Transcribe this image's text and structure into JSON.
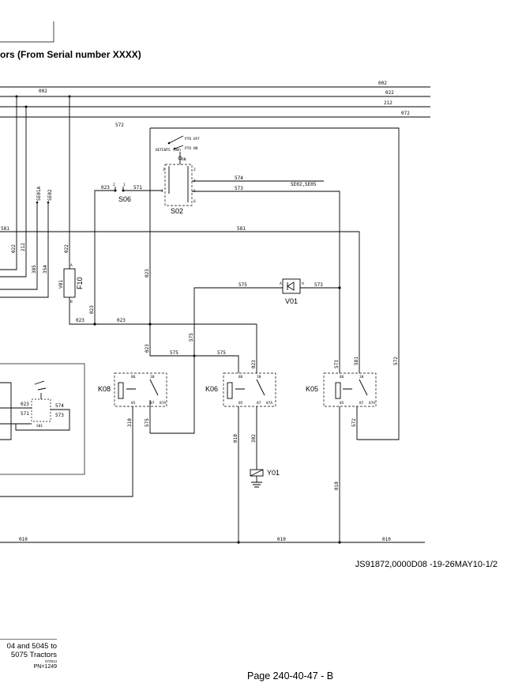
{
  "page": {
    "title": "ors (From Serial number XXXX)",
    "reference": "JS91872,0000D08 -19-26MAY10-1/2",
    "page_label": "Page 240-40-47 - B",
    "footer": {
      "line1": "04 and 5045 to",
      "line2": "5075 Tractors",
      "line3": "072913",
      "line4": "PN=1249"
    }
  },
  "diagram": {
    "bus_labels": {
      "w002": "002",
      "w002b": "002",
      "w022": "022",
      "w212": "212",
      "w072": "072"
    },
    "wire_labels": {
      "w572": "572",
      "w574": "574",
      "w573": "573",
      "w581": "581",
      "w575": "575",
      "w573b": "573",
      "w023a": "023",
      "w571": "571",
      "w023b": "023",
      "w023c": "023",
      "w023d": "023",
      "w023e": "023",
      "w575b": "575",
      "w575c": "575",
      "w023f": "023",
      "w575d": "575",
      "w575e": "575",
      "w310": "310",
      "w010a": "010",
      "w302": "302",
      "w010b": "010",
      "w010c": "010",
      "w010d": "010",
      "w010e": "010",
      "w573c": "573",
      "w581b": "581",
      "w572b": "572",
      "w572c": "572",
      "w022v": "022",
      "w022w": "022",
      "w212v": "212",
      "w385": "385",
      "w354": "354",
      "w581c": "581",
      "w001": "V01",
      "se01a": "SE01A",
      "se02": "SE02",
      "se02se05": "SE02,SE05",
      "w023g": "023",
      "w574s": "574",
      "w573s": "573",
      "w571s": "571"
    },
    "components": {
      "s06": "S06",
      "s02": "S02",
      "f10": "F10",
      "v01": "V01",
      "k08": "K08",
      "k06": "K06",
      "k05": "K05",
      "y01": "Y01",
      "s01": "S01"
    },
    "switch_labels": {
      "pto_off": "PTO OFF",
      "detent": "DETENTE (ON)",
      "pto_on": "PTO ON",
      "on": "ON"
    },
    "pin_labels": {
      "p1": "1",
      "p2": "2",
      "p3": "3",
      "p4": "4",
      "p5": "5",
      "p6": "6",
      "pa": "A",
      "ph": "H",
      "pin2": "2",
      "pin1": "1",
      "a": "A",
      "b": "B",
      "r86": "86",
      "r30": "30",
      "r85": "85",
      "r87": "87",
      "r87a": "87A"
    }
  }
}
